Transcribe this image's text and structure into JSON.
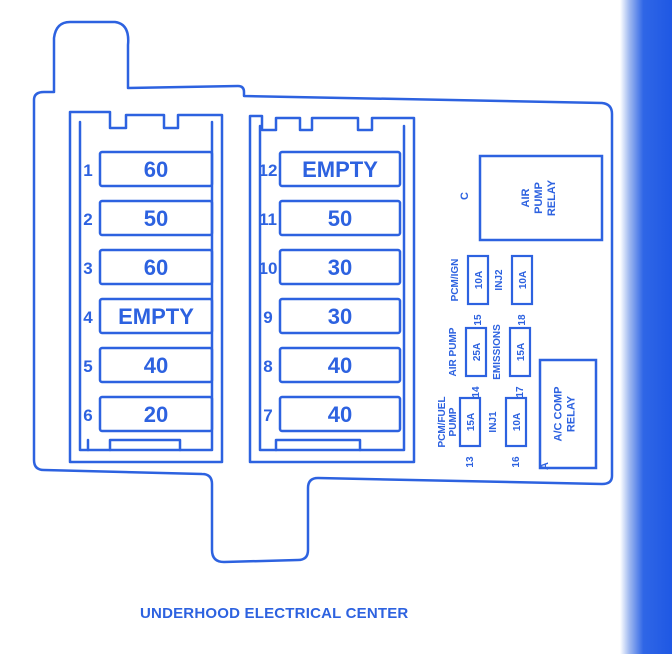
{
  "caption": "UNDERHOOD ELECTRICAL CENTER",
  "colors": {
    "line": "#2d62e0",
    "edge": "#1f58e4"
  },
  "left_block": [
    {
      "num": "1",
      "value": "60"
    },
    {
      "num": "2",
      "value": "50"
    },
    {
      "num": "3",
      "value": "60"
    },
    {
      "num": "4",
      "value": "EMPTY"
    },
    {
      "num": "5",
      "value": "40"
    },
    {
      "num": "6",
      "value": "20"
    }
  ],
  "middle_block": [
    {
      "num": "12",
      "value": "EMPTY"
    },
    {
      "num": "11",
      "value": "50"
    },
    {
      "num": "10",
      "value": "30"
    },
    {
      "num": "9",
      "value": "30"
    },
    {
      "num": "8",
      "value": "40"
    },
    {
      "num": "7",
      "value": "40"
    }
  ],
  "mini_fuses": [
    {
      "num": "15",
      "value": "10A",
      "label": "PCM/IGN"
    },
    {
      "num": "18",
      "value": "10A",
      "label": "INJ2"
    },
    {
      "num": "14",
      "value": "25A",
      "label": "AIR PUMP"
    },
    {
      "num": "17",
      "value": "15A",
      "label": "EMISSIONS"
    },
    {
      "num": "13",
      "value": "15A",
      "label_lines": [
        "PCM/FUEL",
        "PUMP"
      ]
    },
    {
      "num": "16",
      "value": "10A",
      "label": "INJ1"
    }
  ],
  "relays": [
    {
      "letter": "C",
      "lines": [
        "AIR",
        "PUMP",
        "RELAY"
      ]
    },
    {
      "letter": "A",
      "lines": [
        "A/C COMP",
        "RELAY"
      ]
    }
  ]
}
